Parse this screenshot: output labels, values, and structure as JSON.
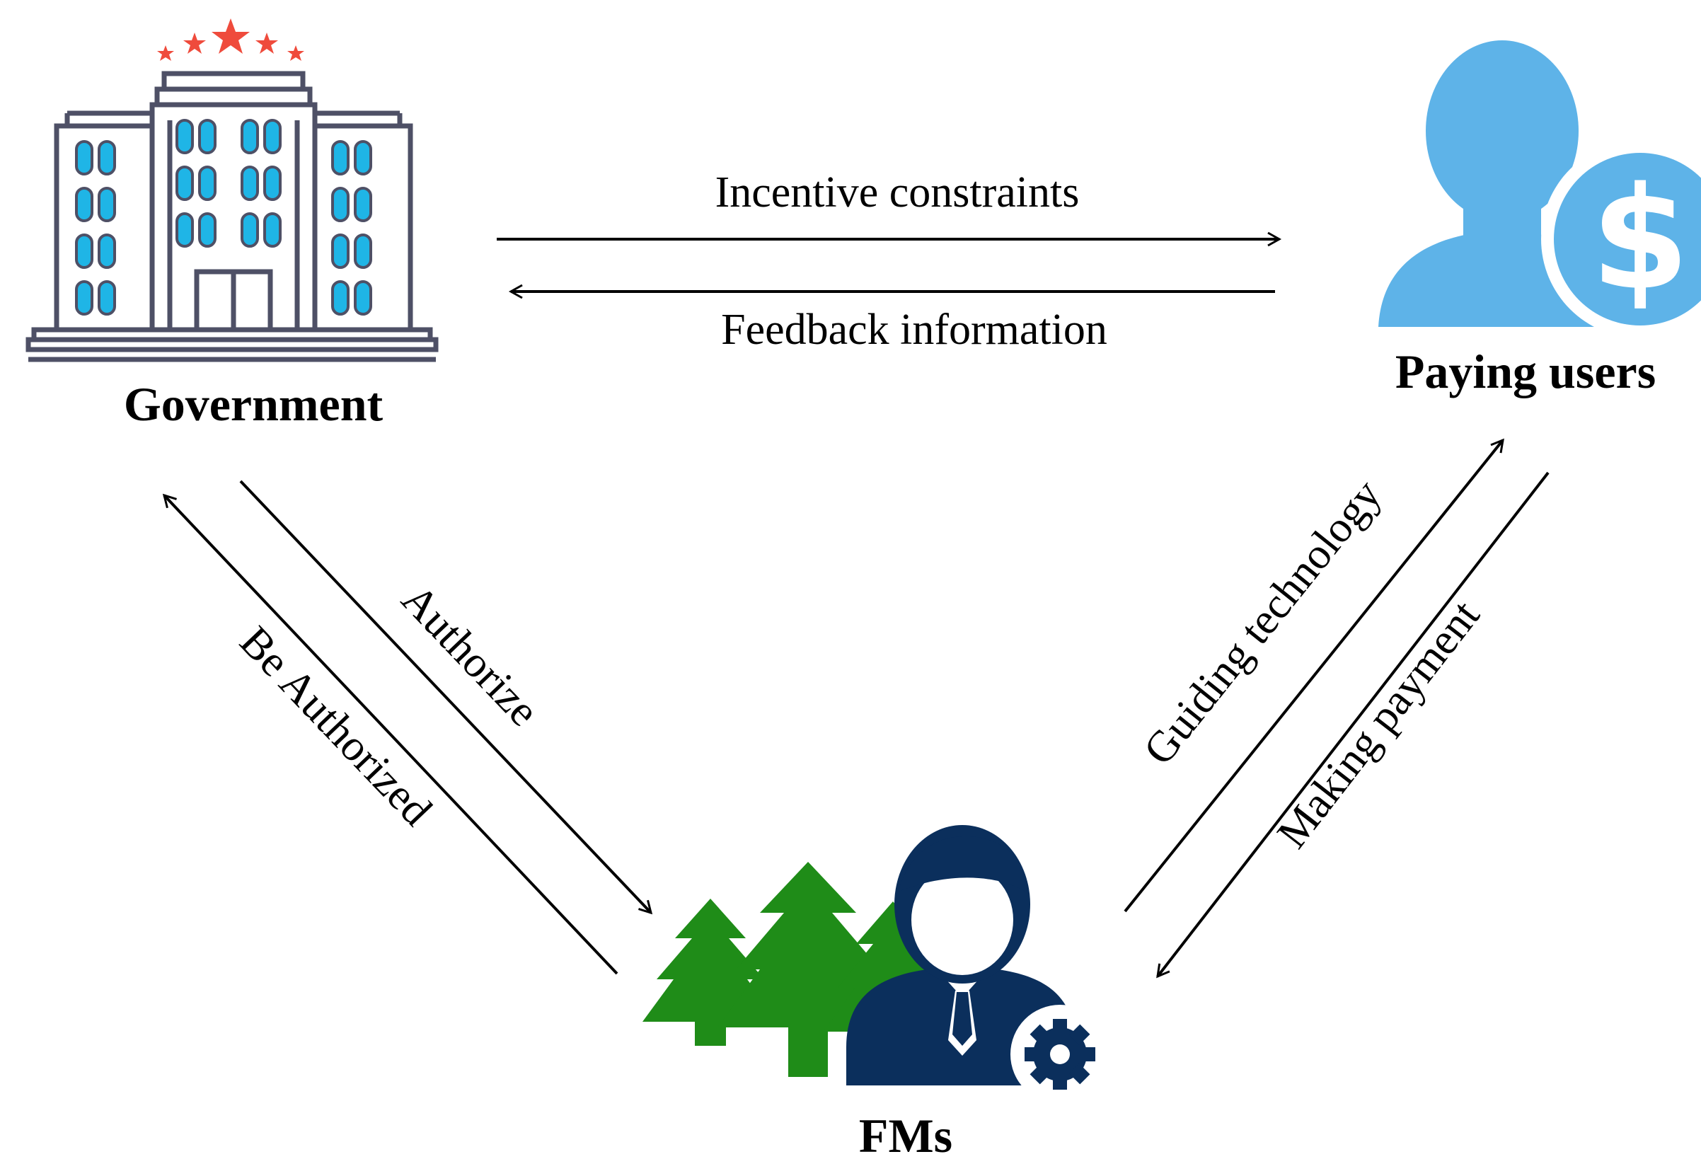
{
  "nodes": {
    "government": {
      "label": "Government"
    },
    "paying_users": {
      "label": "Paying users"
    },
    "fms": {
      "label": "FMs"
    }
  },
  "edges": {
    "incentive": {
      "label": "Incentive constraints",
      "from": "Government",
      "to": "Paying users"
    },
    "feedback": {
      "label": "Feedback information",
      "from": "Paying users",
      "to": "Government"
    },
    "authorize": {
      "label": "Authorize",
      "from": "Government",
      "to": "FMs"
    },
    "be_authorized": {
      "label": "Be Authorized",
      "from": "FMs",
      "to": "Government"
    },
    "guiding": {
      "label": "Guiding technology",
      "from": "FMs",
      "to": "Paying users"
    },
    "payment": {
      "label": "Making payment",
      "from": "Paying users",
      "to": "FMs"
    }
  },
  "icons": {
    "government": "government-building-icon",
    "paying_users": "user-dollar-icon",
    "fms": "forest-manager-icon"
  },
  "colors": {
    "stars": "#ef4b3c",
    "building_outline": "#4e5066",
    "windows": "#1fb5e6",
    "user_blue": "#5eb3e8",
    "tree_green": "#1f8c18",
    "manager_navy": "#0b2f5c",
    "arrow": "#000000"
  }
}
